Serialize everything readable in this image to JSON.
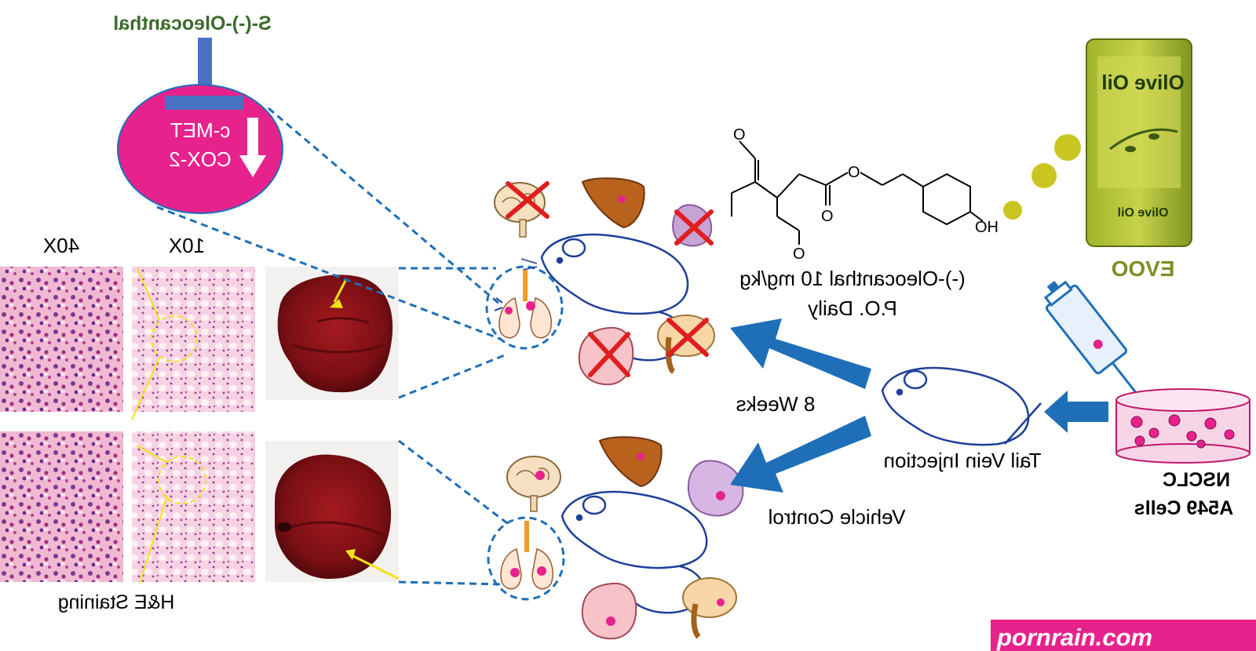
{
  "labels": {
    "compound_top": "S-(-)-Oleocanthal",
    "target_1": "c-MET",
    "target_2": "COX-2",
    "mag_40x": "40X",
    "mag_10x": "10X",
    "staining": "H&E Staining",
    "dose_line_1": "(-)-Oleocanthal 10 mg/kg",
    "dose_line_2": "P.O. Daily",
    "duration": "8 Weeks",
    "vehicle": "Vehicle Control",
    "injection": "Tail Vein Injection",
    "cells_line_1": "NSCLC",
    "cells_line_2": "A549 Cells",
    "evoo": "EVOO",
    "can_label_top": "Olive Oil",
    "can_label_bottom": "Olive Oil",
    "watermark": "pornrain.com",
    "chem_O_aldehyde_top": "O",
    "chem_O_ester": "O",
    "chem_O_carbonyl": "O",
    "chem_O_aldehyde_bottom": "O",
    "chem_OH": "OH"
  },
  "colors": {
    "arrow_blue": "#1f6fb8",
    "dashed_blue": "#1f6fb8",
    "magenta": "#e8228c",
    "inhibitor_blue": "#4a72c4",
    "green_title": "#3c6b2c",
    "red_cross": "#e01e1e",
    "olive_green": "#8fa82a",
    "watermark_bg": "#e8228c"
  }
}
